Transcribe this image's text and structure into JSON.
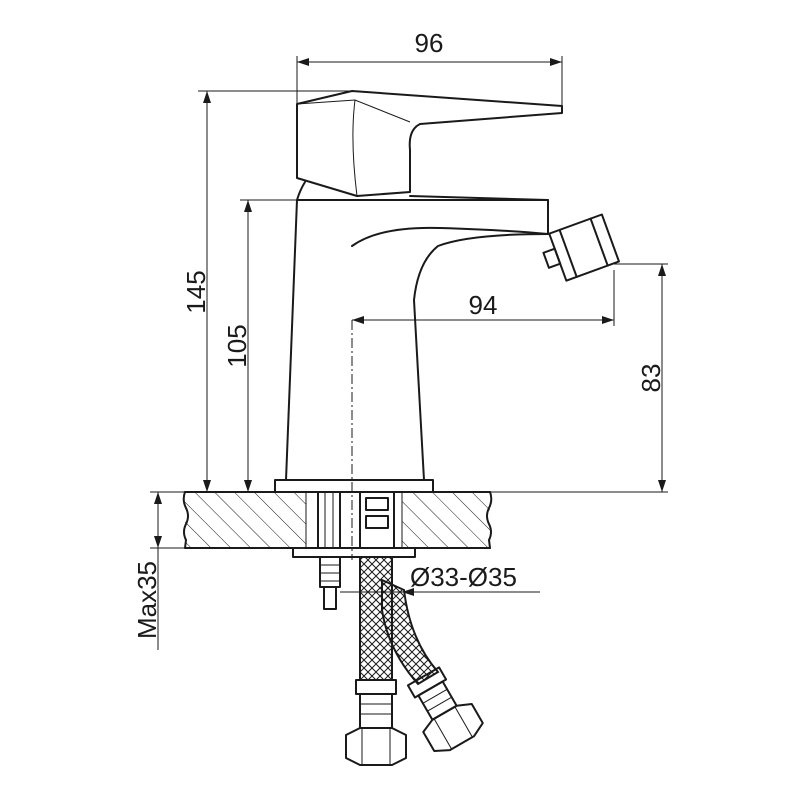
{
  "dimensions": {
    "top_width": "96",
    "total_height": "145",
    "body_height": "105",
    "spout_reach": "94",
    "spout_height": "83",
    "hole_diameter": "Ø33-Ø35",
    "max_countertop": "Max35"
  },
  "colors": {
    "line": "#1a1a1a",
    "background": "#ffffff"
  }
}
